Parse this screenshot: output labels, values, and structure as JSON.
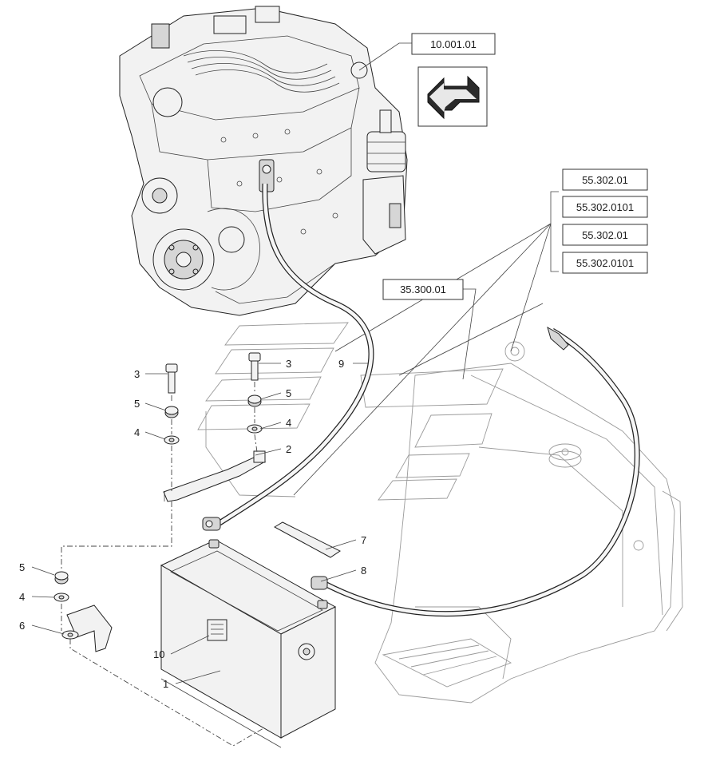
{
  "references": {
    "engine": "10.001.01",
    "cable_group": "35.300.01",
    "electrical": [
      "55.302.01",
      "55.302.0101",
      "55.302.01",
      "55.302.0101"
    ]
  },
  "callouts": {
    "c1": "1",
    "c2": "2",
    "c3a": "3",
    "c3b": "3",
    "c4a": "4",
    "c4b": "4",
    "c4c": "4",
    "c5a": "5",
    "c5b": "5",
    "c5c": "5",
    "c6": "6",
    "c7": "7",
    "c8": "8",
    "c9": "9",
    "c10": "10"
  },
  "icons": {
    "navigation": "back-arrow-icon"
  }
}
